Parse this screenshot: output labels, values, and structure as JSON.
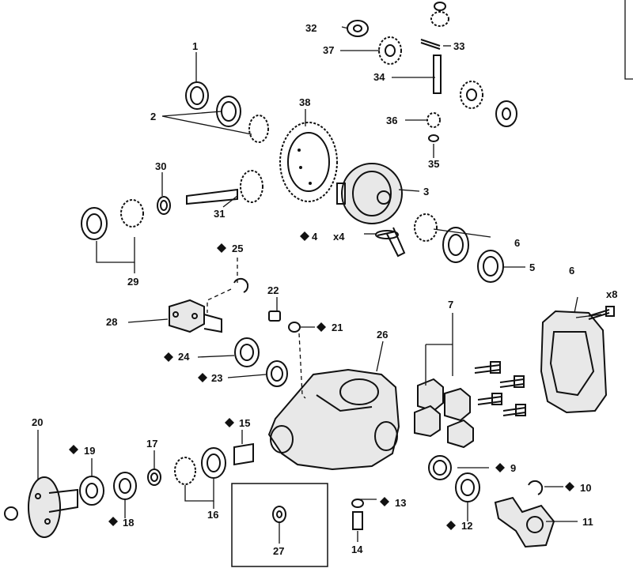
{
  "labels": {
    "l1": "1",
    "l2": "2",
    "l3": "3",
    "l4": "4",
    "x4": "x4",
    "l5": "5",
    "l6a": "6",
    "l6b": "6",
    "x8": "x8",
    "l7": "7",
    "l9": "9",
    "l10": "10",
    "l11": "11",
    "l12": "12",
    "l13": "13",
    "l14": "14",
    "l15": "15",
    "l16": "16",
    "l17": "17",
    "l18": "18",
    "l19": "19",
    "l20": "20",
    "l21": "21",
    "l22": "22",
    "l23": "23",
    "l24": "24",
    "l25": "25",
    "l26": "26",
    "l27": "27",
    "l28": "28",
    "l29": "29",
    "l30": "30",
    "l31": "31",
    "l32": "32",
    "l33": "33",
    "l34": "34",
    "l35": "35",
    "l36": "36",
    "l37": "37",
    "l38": "38"
  },
  "marker_icon": "black-diamond"
}
